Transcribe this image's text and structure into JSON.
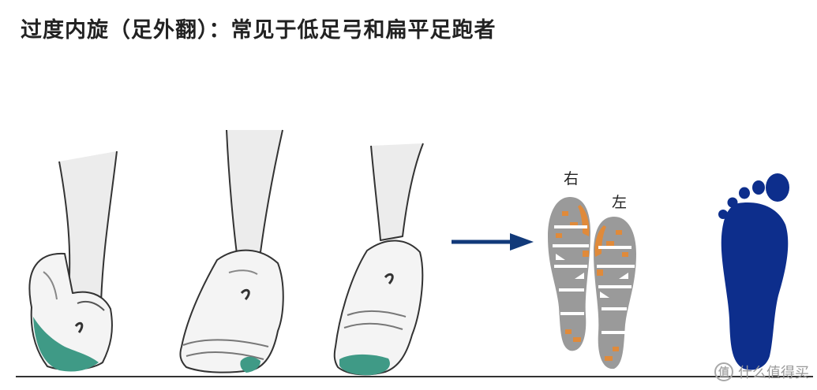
{
  "title": "过度内旋（足外翻）：常见于低足弓和扁平足跑者",
  "soles": {
    "right_label": "右",
    "left_label": "左"
  },
  "watermark": {
    "icon_glyph": "值",
    "text": "什么值得买"
  },
  "colors": {
    "highlight_teal": "#3f9a86",
    "arrow_navy": "#123a7a",
    "footprint_navy": "#0d2e8c",
    "sole_gray": "#8e8e8e",
    "sole_orange": "#e08a3a",
    "line": "#333333"
  }
}
